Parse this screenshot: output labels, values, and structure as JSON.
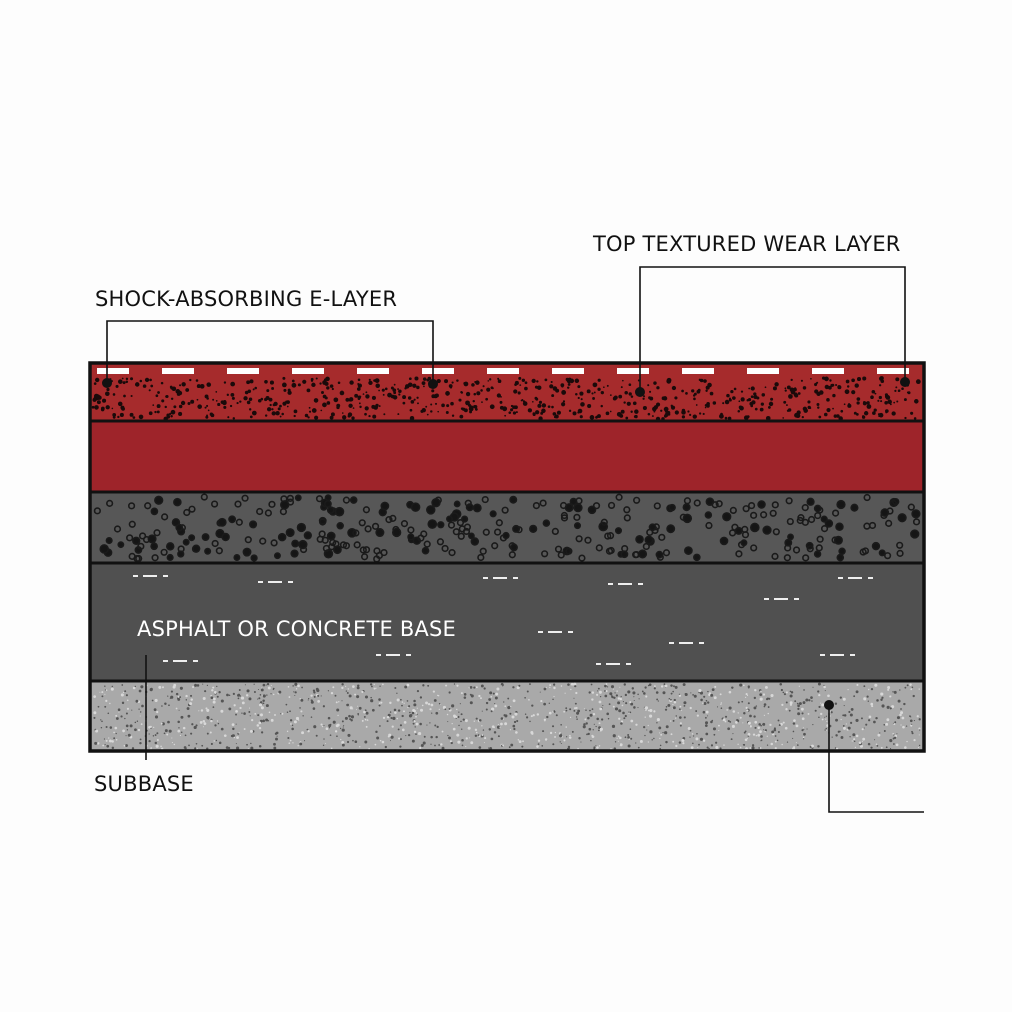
{
  "labels": {
    "top_wear_layer": "TOP TEXTURED WEAR LAYER",
    "shock_layer": "SHOCK-ABSORBING E-LAYER",
    "base": "ASPHALT OR CONCRETE BASE",
    "subbase": "SUBBASE"
  },
  "colors": {
    "wear_red": "#a62b2c",
    "shock_red": "#9e242a",
    "aggregate_gray": "#555555",
    "base_gray": "#505050",
    "subbase_gray": "#a9a9a9",
    "outline": "#111111"
  }
}
